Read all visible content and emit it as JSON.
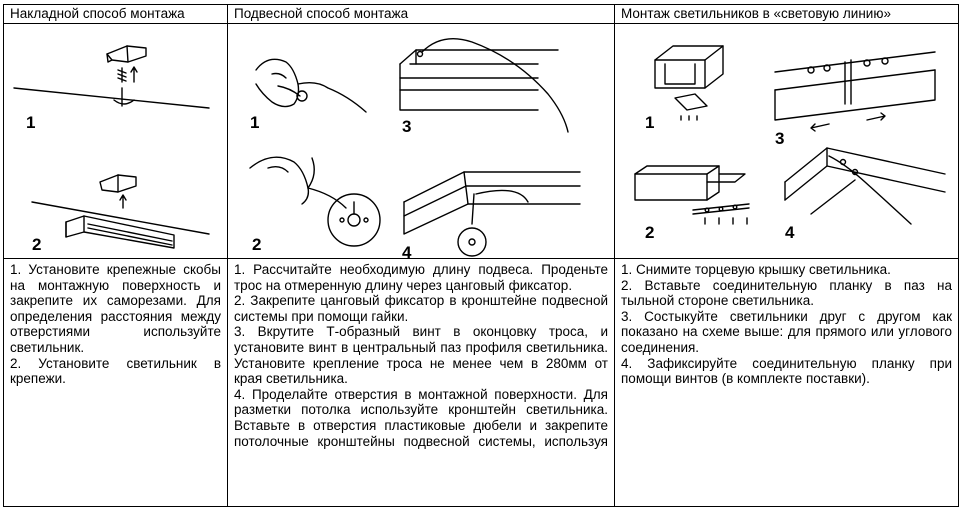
{
  "columns": [
    {
      "header": "Накладной способ монтажа",
      "steps": [
        "1",
        "2"
      ],
      "paragraphs": [
        "1. Установите крепежные скобы на монтажную поверхность и закрепите их саморезами. Для определения расстояния между отверстиями используйте светильник.",
        "2. Установите светильник в крепежи."
      ]
    },
    {
      "header": "Подвесной способ монтажа",
      "steps": [
        "1",
        "2",
        "3",
        "4"
      ],
      "paragraphs": [
        "1. Рассчитайте необходимую длину подвеса. Проденьте трос на отмеренную длину через цанговый фиксатор.",
        "2. Закрепите цанговый фиксатор в кронштейне подвесной системы при помощи гайки.",
        "3. Вкрутите Т-образный винт в оконцовку троса, и установите винт в центральный паз профиля светильника. Установите крепление троса не менее чем в 280мм от края светильника.",
        "4. Проделайте отверстия в монтажной поверхности. Для разметки потолка используйте кронштейн светильника. Вставьте в отверстия пластиковые дюбели и закрепите потолочные кронштейны подвесной системы, используя"
      ]
    },
    {
      "header": "Монтаж светильников в «световую линию»",
      "steps": [
        "1",
        "2",
        "3",
        "4"
      ],
      "paragraphs": [
        "1. Снимите торцевую крышку светильника.",
        "2. Вставьте соединительную планку в паз на тыльной стороне светильника.",
        "3. Состыкуйте светильники друг с другом как показано на схеме выше: для прямого или углового соединения.",
        "4. Зафиксируйте соединительную планку при помощи винтов (в комплекте поставки)."
      ]
    }
  ]
}
